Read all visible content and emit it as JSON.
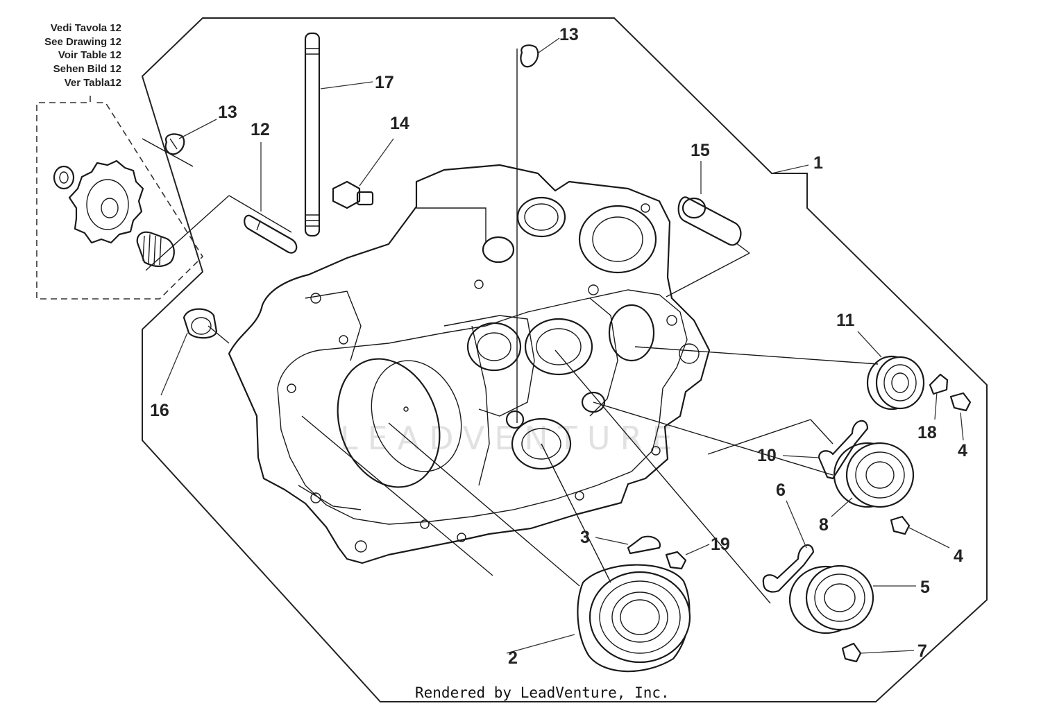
{
  "cross_reference": [
    "Vedi Tavola 12",
    "See Drawing 12",
    "Voir Table 12",
    "Sehen Bild 12",
    "Ver Tabla12"
  ],
  "callouts": {
    "c1": "1",
    "c2": "2",
    "c3": "3",
    "c4a": "4",
    "c4b": "4",
    "c5": "5",
    "c6": "6",
    "c7": "7",
    "c8": "8",
    "c10": "10",
    "c11": "11",
    "c12": "12",
    "c13a": "13",
    "c13b": "13",
    "c14": "14",
    "c15": "15",
    "c16": "16",
    "c17": "17",
    "c18": "18",
    "c19": "19"
  },
  "watermark": "LEADVENTURE",
  "credit": "Rendered by LeadVenture, Inc."
}
